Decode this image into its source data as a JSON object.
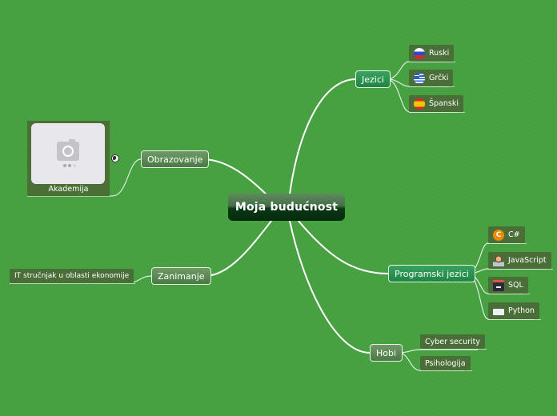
{
  "root": {
    "label": "Moja budućnost"
  },
  "branches": {
    "jezici": {
      "label": "Jezici",
      "children": [
        {
          "label": "Ruski",
          "icon": "russia-flag-icon"
        },
        {
          "label": "Grčki",
          "icon": "greece-flag-icon"
        },
        {
          "label": "Španski",
          "icon": "spain-flag-icon"
        }
      ]
    },
    "obrazovanje": {
      "label": "Obrazovanje",
      "children": [
        {
          "label": "Akademija",
          "icon": "image-placeholder-icon",
          "attachment_icon": "globe-icon"
        }
      ]
    },
    "zanimanje": {
      "label": "Zanimanje",
      "children": [
        {
          "label": "IT stručnjak u oblasti ekonomije"
        }
      ]
    },
    "programski_jezici": {
      "label": "Programski jezici",
      "children": [
        {
          "label": "C#",
          "icon": "csharp-icon",
          "glyph": "C"
        },
        {
          "label": "JavaScript",
          "icon": "developer-laptop-icon"
        },
        {
          "label": "SQL",
          "icon": "file-cabinet-icon"
        },
        {
          "label": "Python",
          "icon": "keyboard-icon"
        }
      ]
    },
    "hobi": {
      "label": "Hobi",
      "children": [
        {
          "label": "Cyber security"
        },
        {
          "label": "Psihologija"
        }
      ]
    }
  },
  "colors": {
    "background": "#46a040",
    "root_dark": "#042a0c",
    "node_green": "#1e8642",
    "node_olive": "#4a7a44",
    "subnode": "#4a6e38",
    "link": "#ffffff"
  }
}
